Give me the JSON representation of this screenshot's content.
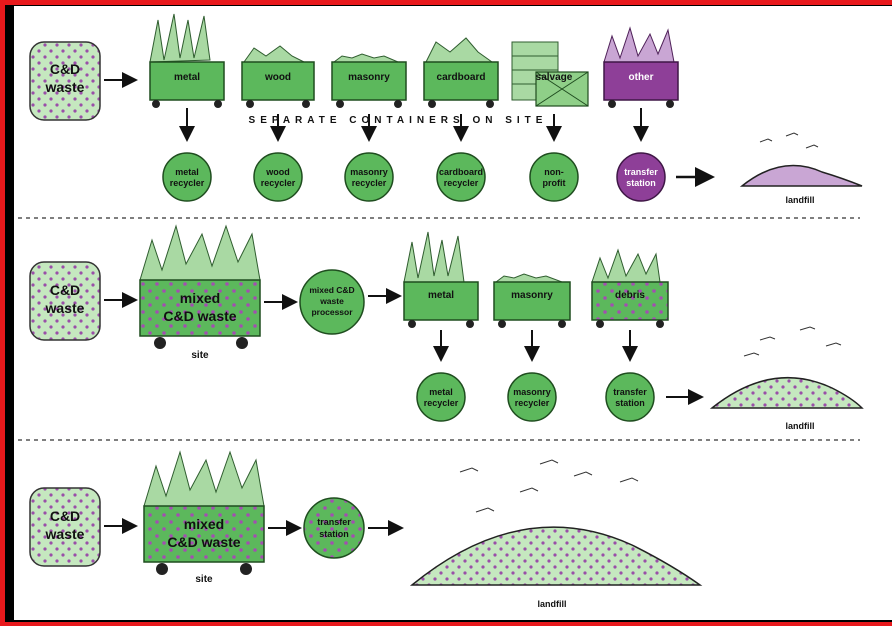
{
  "row1": {
    "source": [
      "C&D",
      "waste"
    ],
    "containers": [
      "metal",
      "wood",
      "masonry",
      "cardboard",
      "salvage",
      "other"
    ],
    "banner": "SEPARATE CONTAINERS ON SITE",
    "destinations": [
      [
        "metal",
        "recycler"
      ],
      [
        "wood",
        "recycler"
      ],
      [
        "masonry",
        "recycler"
      ],
      [
        "cardboard",
        "recycler"
      ],
      [
        "non-",
        "profit"
      ],
      [
        "transfer",
        "station"
      ]
    ],
    "landfill": "landfill"
  },
  "row2": {
    "source": [
      "C&D",
      "waste"
    ],
    "bin": [
      "mixed",
      "C&D waste"
    ],
    "site": "site",
    "processor": [
      "mixed C&D",
      "waste",
      "processor"
    ],
    "containers": [
      "metal",
      "masonry",
      "debris"
    ],
    "destinations": [
      [
        "metal",
        "recycler"
      ],
      [
        "masonry",
        "recycler"
      ],
      [
        "transfer",
        "station"
      ]
    ],
    "landfill": "landfill"
  },
  "row3": {
    "source": [
      "C&D",
      "waste"
    ],
    "bin": [
      "mixed",
      "C&D waste"
    ],
    "site": "site",
    "transfer": [
      "transfer",
      "station"
    ],
    "landfill": "landfill"
  },
  "colors": {
    "green": "#5cb85c",
    "light_green": "#b9e3b4",
    "purple": "#8e3f98",
    "light_purple": "#c9a6d4",
    "frame_red": "#e8191c"
  }
}
